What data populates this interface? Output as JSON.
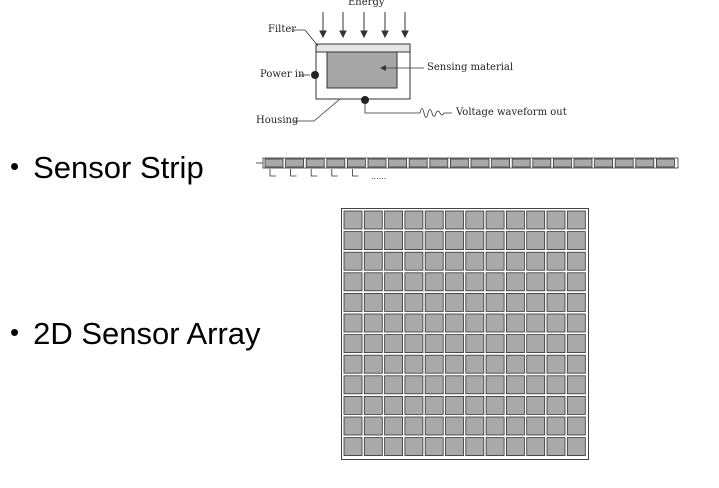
{
  "sensor_diagram": {
    "energy_label": "Energy",
    "filter_label": "Filter",
    "power_label": "Power in",
    "housing_label": "Housing",
    "sensing_label": "Sensing material",
    "voltage_label": "Voltage waveform out"
  },
  "bullets": {
    "strip_label": "Sensor Strip",
    "array_label": "2D Sensor Array"
  },
  "strip": {
    "cells": 20,
    "tick_marks": 5,
    "ellipsis": "......"
  },
  "array": {
    "rows": 12,
    "cols": 12
  },
  "colors": {
    "cell_fill": "#a9a9a9",
    "sensing_fill": "#a6a6a6",
    "line": "#333333"
  }
}
